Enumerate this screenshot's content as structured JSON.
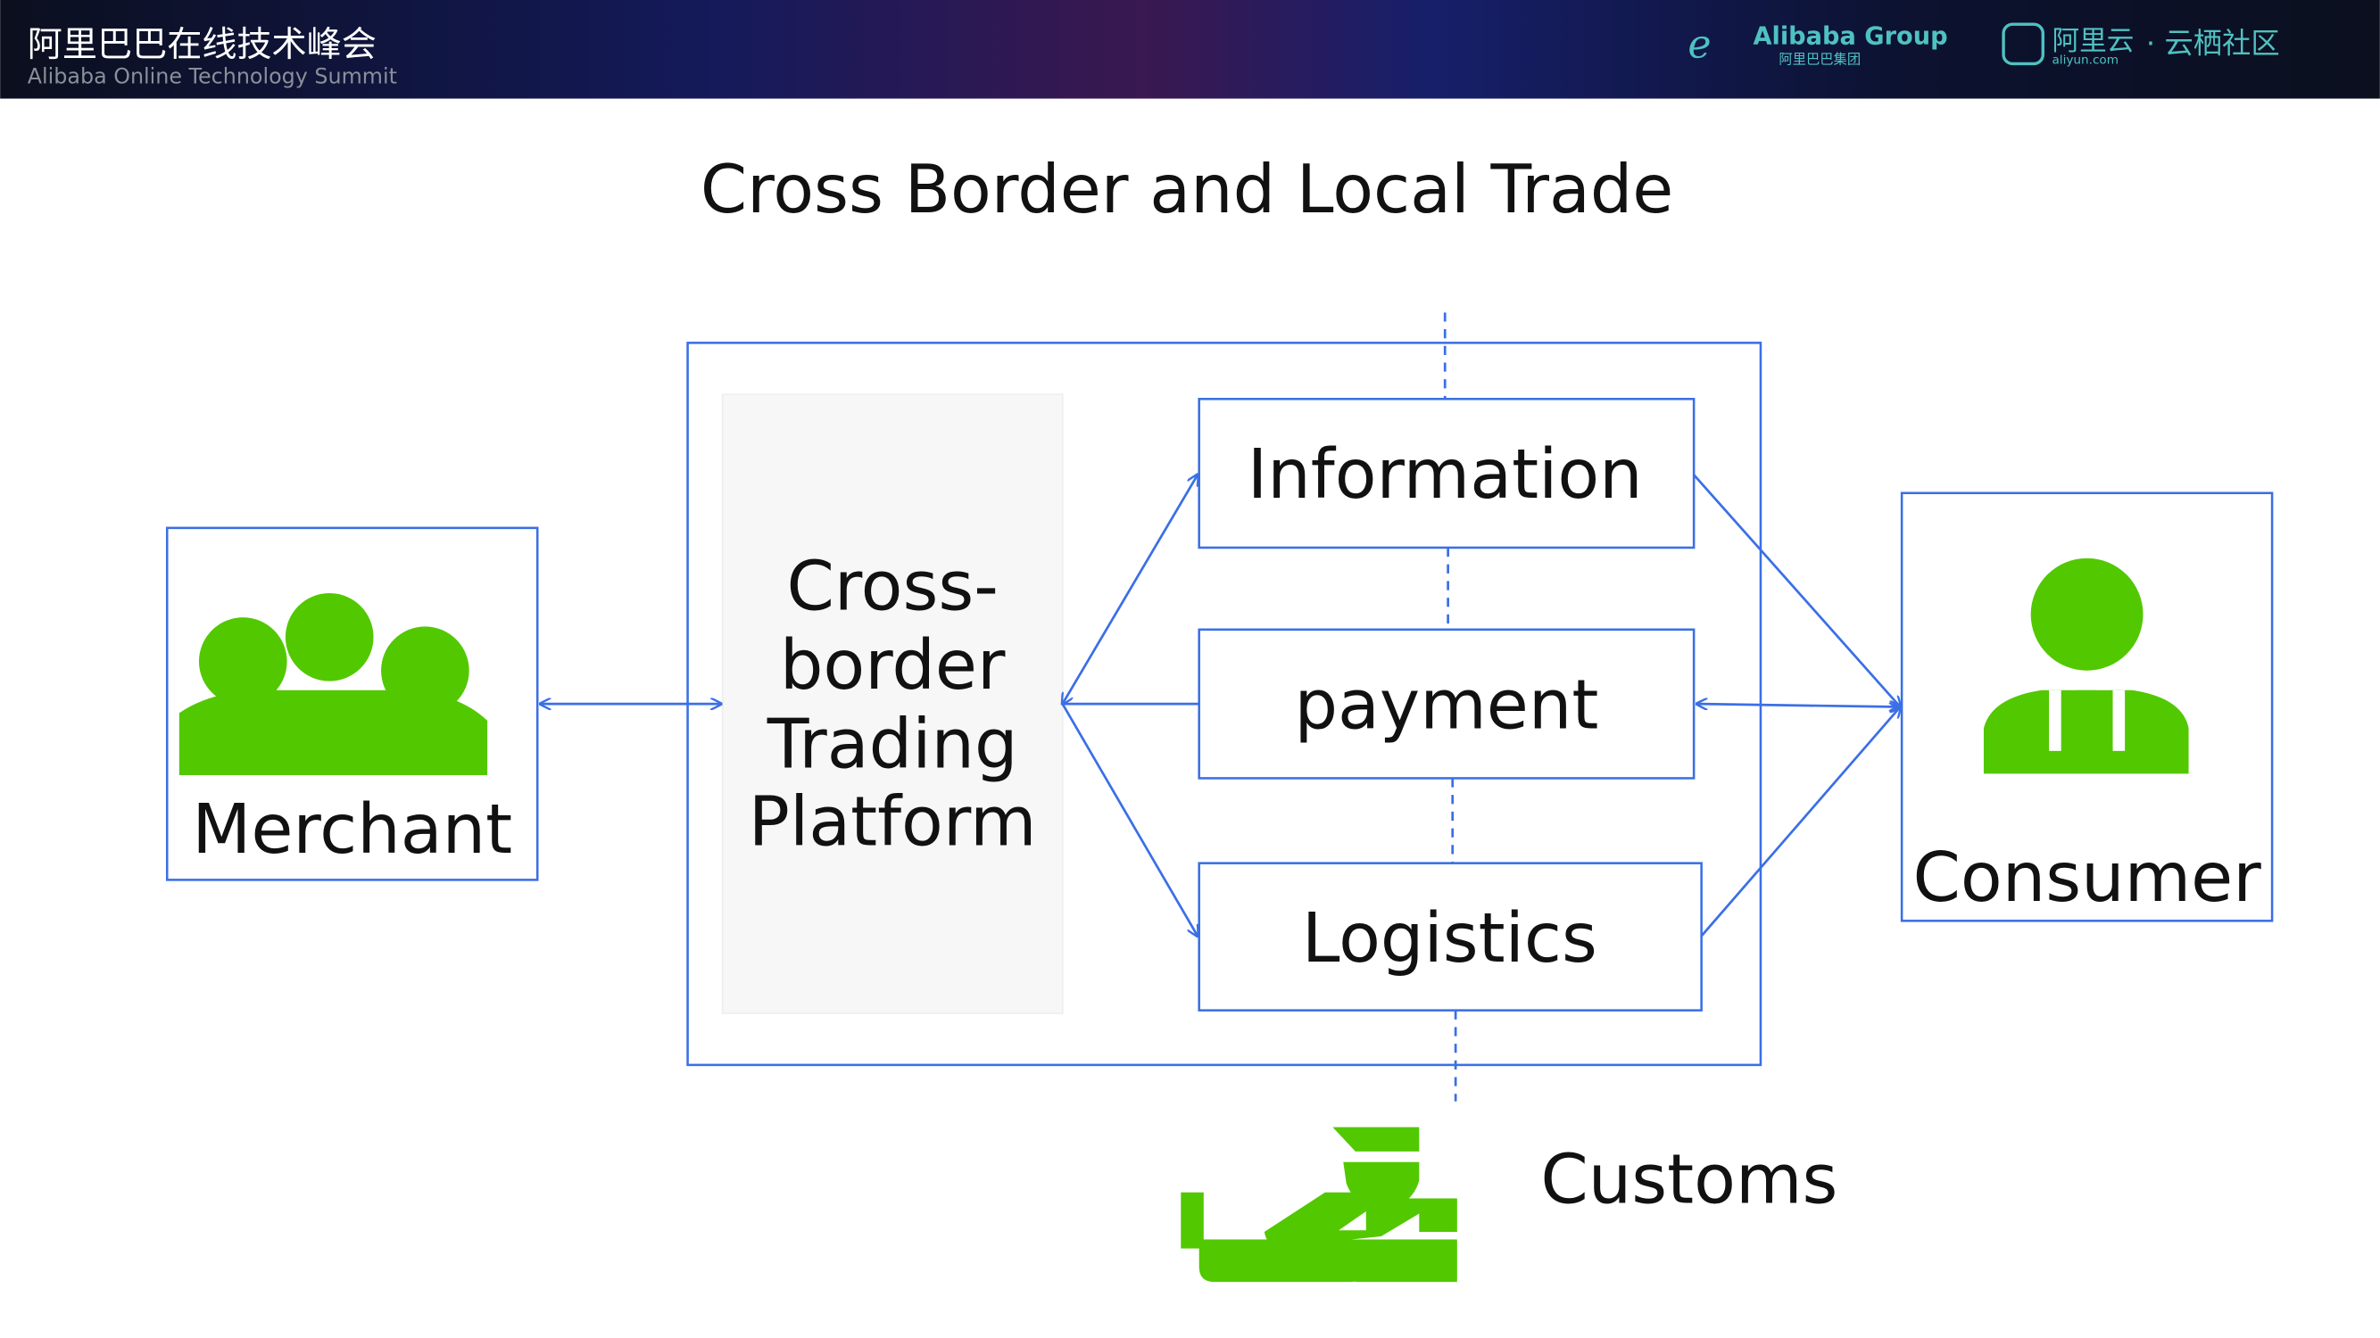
{
  "header": {
    "event_title_cn": "阿里巴巴在线技术峰会",
    "event_title_en": "Alibaba Online Technology Summit",
    "logo_alibaba": "Alibaba Group",
    "logo_alibaba_cn": "阿里巴巴集团",
    "logo_aliyun": "阿里云",
    "logo_aliyun_sub": "aliyun.com",
    "logo_yunqi": "· 云栖社区"
  },
  "slide": {
    "title": "Cross Border and Local Trade",
    "merchant": "Merchant",
    "consumer": "Consumer",
    "platform_lines": [
      "Cross-",
      "border",
      "Trading",
      "Platform"
    ],
    "information": "Information",
    "payment": "payment",
    "logistics": "Logistics",
    "customs": "Customs"
  },
  "colors": {
    "accent_line": "#3b6fe6",
    "icon_green": "#52c800",
    "header_bg": "#0b0f1e"
  }
}
